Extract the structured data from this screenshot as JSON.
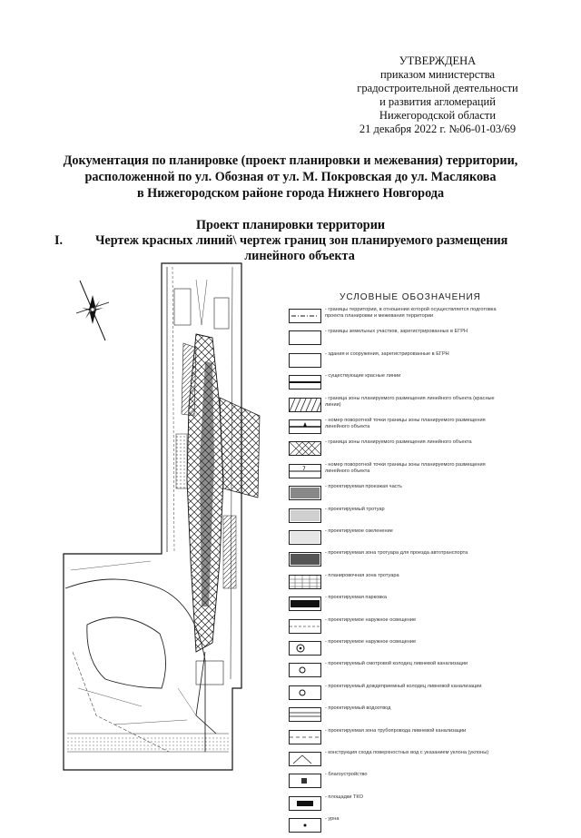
{
  "approval": {
    "lines": [
      "УТВЕРЖДЕНА",
      "приказом министерства",
      "градостроительной деятельности",
      "и развития агломераций",
      "Нижегородской области",
      "21 декабря 2022 г. №06-01-03/69"
    ]
  },
  "title": {
    "lines": [
      "Документация по планировке (проект планировки и межевания) территории,",
      "расположенной по ул. Обозная от ул. М. Покровская до ул. Маслякова",
      "в Нижегородском районе города Нижнего Новгорода"
    ]
  },
  "section": {
    "title": "Проект планировки территории",
    "number": "I.",
    "drawing_title_line1": "Чертеж красных линий\\ чертеж границ зон планируемого размещения",
    "drawing_title_line2": "линейного объекта"
  },
  "legend": {
    "title": "УСЛОВНЫЕ ОБОЗНАЧЕНИЯ",
    "items": [
      {
        "symbol": "dash-dot-line",
        "label": "- границы территории, в отношении которой осуществляется подготовка проекта планировки и межевания территории"
      },
      {
        "symbol": "plain-box",
        "label": "- границы земельных участков, зарегистрированных в ЕГРН"
      },
      {
        "symbol": "plain-box",
        "label": "- здания и сооружения, зарегистрированные в ЕГРН"
      },
      {
        "symbol": "thick-line",
        "label": "- существующие красные линии"
      },
      {
        "symbol": "hatch",
        "label": "- граница зоны планируемого размещения линейного объекта (красные линии)"
      },
      {
        "symbol": "marker-line",
        "label": "- номер поворотной точки границы зоны планируемого размещения линейного объекта"
      },
      {
        "symbol": "cross-hatch",
        "label": "- граница зоны планируемого размещения линейного объекта"
      },
      {
        "symbol": "numbered-line",
        "label": "- номер поворотной точки границы зоны планируемого размещения линейного объекта"
      },
      {
        "symbol": "dotted-fill",
        "label": "- проектируемая проезжая часть"
      },
      {
        "symbol": "light-dots",
        "label": "- проектируемый тротуар"
      },
      {
        "symbol": "light-fill",
        "label": "- проектируемое озеленение"
      },
      {
        "symbol": "dark-fill",
        "label": "- проектируемая зона тротуара для проезда автотранспорта"
      },
      {
        "symbol": "grid-fill",
        "label": "- планировочная зона тротуара"
      },
      {
        "symbol": "black-bar",
        "label": "- проектируемая парковка"
      },
      {
        "symbol": "light-line",
        "label": "- проектируемое наружное освещение"
      },
      {
        "symbol": "circle-mark",
        "label": "- проектируемое наружное освещение"
      },
      {
        "symbol": "circle-small",
        "label": "- проектируемый смотровой колодец ливневой канализации"
      },
      {
        "symbol": "circle-small",
        "label": "- проектируемый дождеприемный колодец ливневой канализации"
      },
      {
        "symbol": "double-line",
        "label": "- проектируемый водоотвод"
      },
      {
        "symbol": "dashed-k",
        "label": "- проектируемая зона трубопровода ливневой канализации"
      },
      {
        "symbol": "slope-box",
        "label": "- конструкция схода поверхностных вод с указанием уклона (уклоны)"
      },
      {
        "symbol": "small-square",
        "label": "- благоустройство"
      },
      {
        "symbol": "black-rect",
        "label": "- площадки ТКО"
      },
      {
        "symbol": "small-dot",
        "label": "- урна"
      }
    ]
  }
}
